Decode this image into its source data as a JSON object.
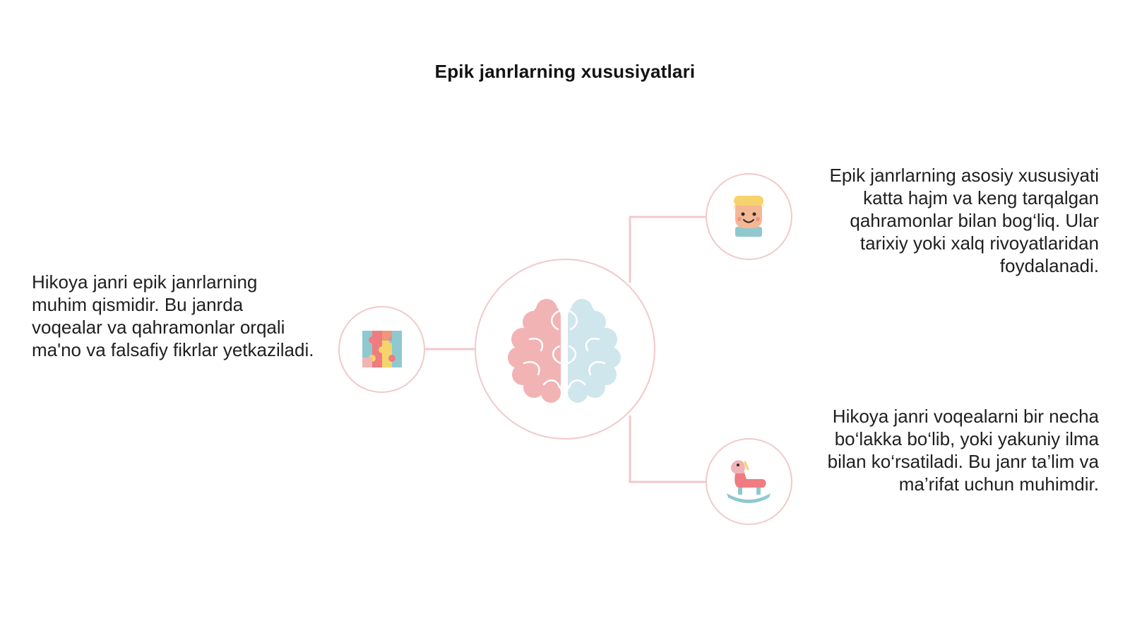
{
  "title": "Epik janrlarning xususiyatlari",
  "colors": {
    "ring": "#f1c9cb",
    "connector": "#f1c9cb",
    "brain_left": "#f2b3b5",
    "brain_right": "#cfe6ec",
    "accent_teal": "#8fc9cf",
    "accent_coral": "#ee7c80",
    "accent_yellow": "#f6d36b"
  },
  "nodes": {
    "center": {
      "icon": "brain-icon"
    },
    "left": {
      "icon": "puzzle-icon",
      "text": "Hikoya janri epik janrlarning muhim qismidir. Bu janrda voqealar va qahramonlar orqali ma'no va falsafiy fikrlar yetkaziladi."
    },
    "top_right": {
      "icon": "child-face-icon",
      "text": "Epik janrlarning asosiy xususiyati katta hajm va keng tarqalgan qahramonlar bilan bog‘liq. Ular tarixiy yoki xalq rivoyatlaridan foydalanadi."
    },
    "bottom_right": {
      "icon": "rocking-horse-icon",
      "text": "Hikoya janri voqealarni bir necha bo‘lakka bo‘lib, yoki yakuniy ilma bilan ko‘rsatiladi. Bu janr ta’lim va ma’rifat uchun muhimdir."
    }
  }
}
